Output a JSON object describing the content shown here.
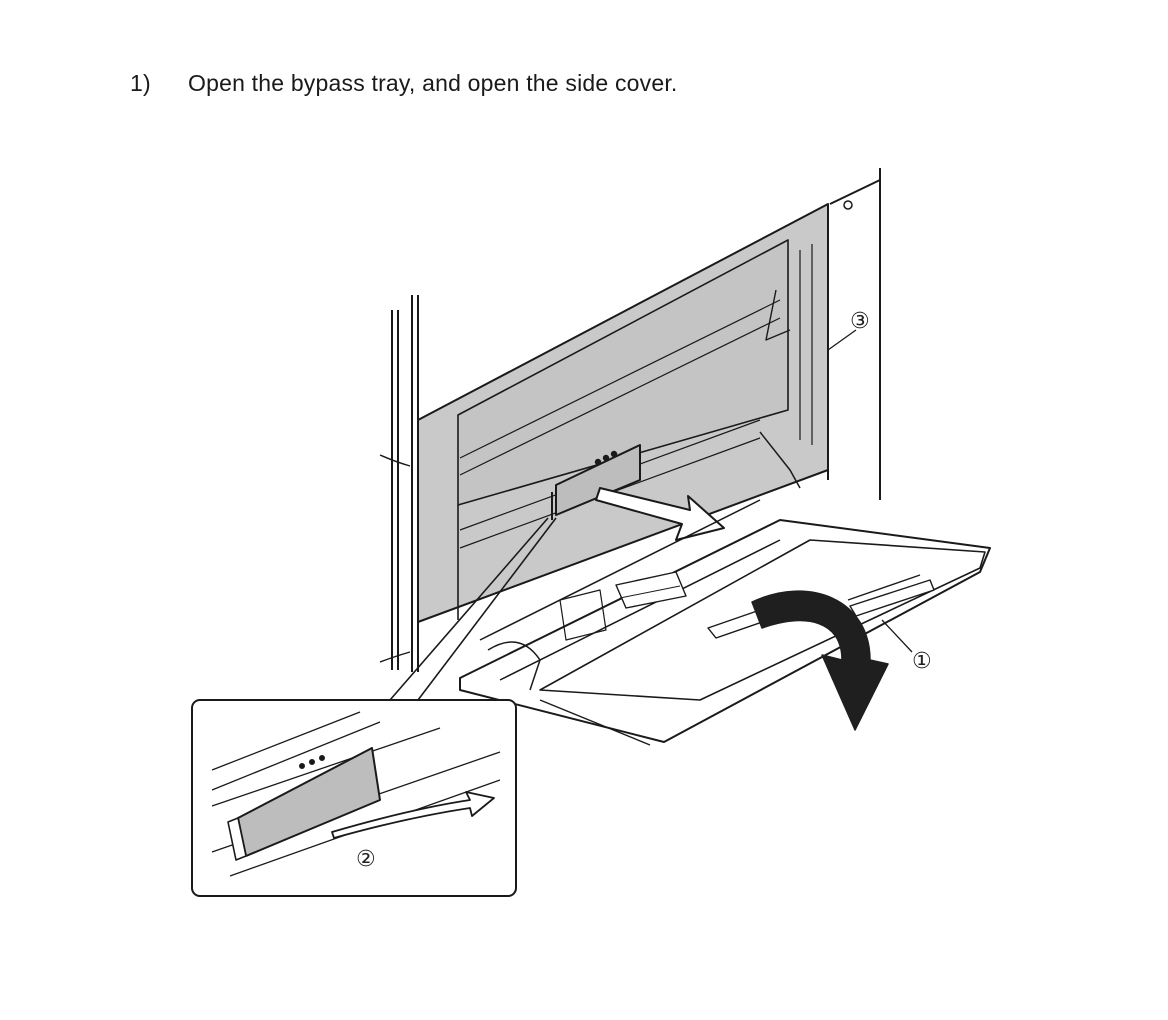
{
  "instruction": {
    "step_number": "1)",
    "text": "Open the bypass tray, and open the side cover."
  },
  "callouts": {
    "bypass_tray": "①",
    "release_lever": "②",
    "side_cover": "③"
  }
}
